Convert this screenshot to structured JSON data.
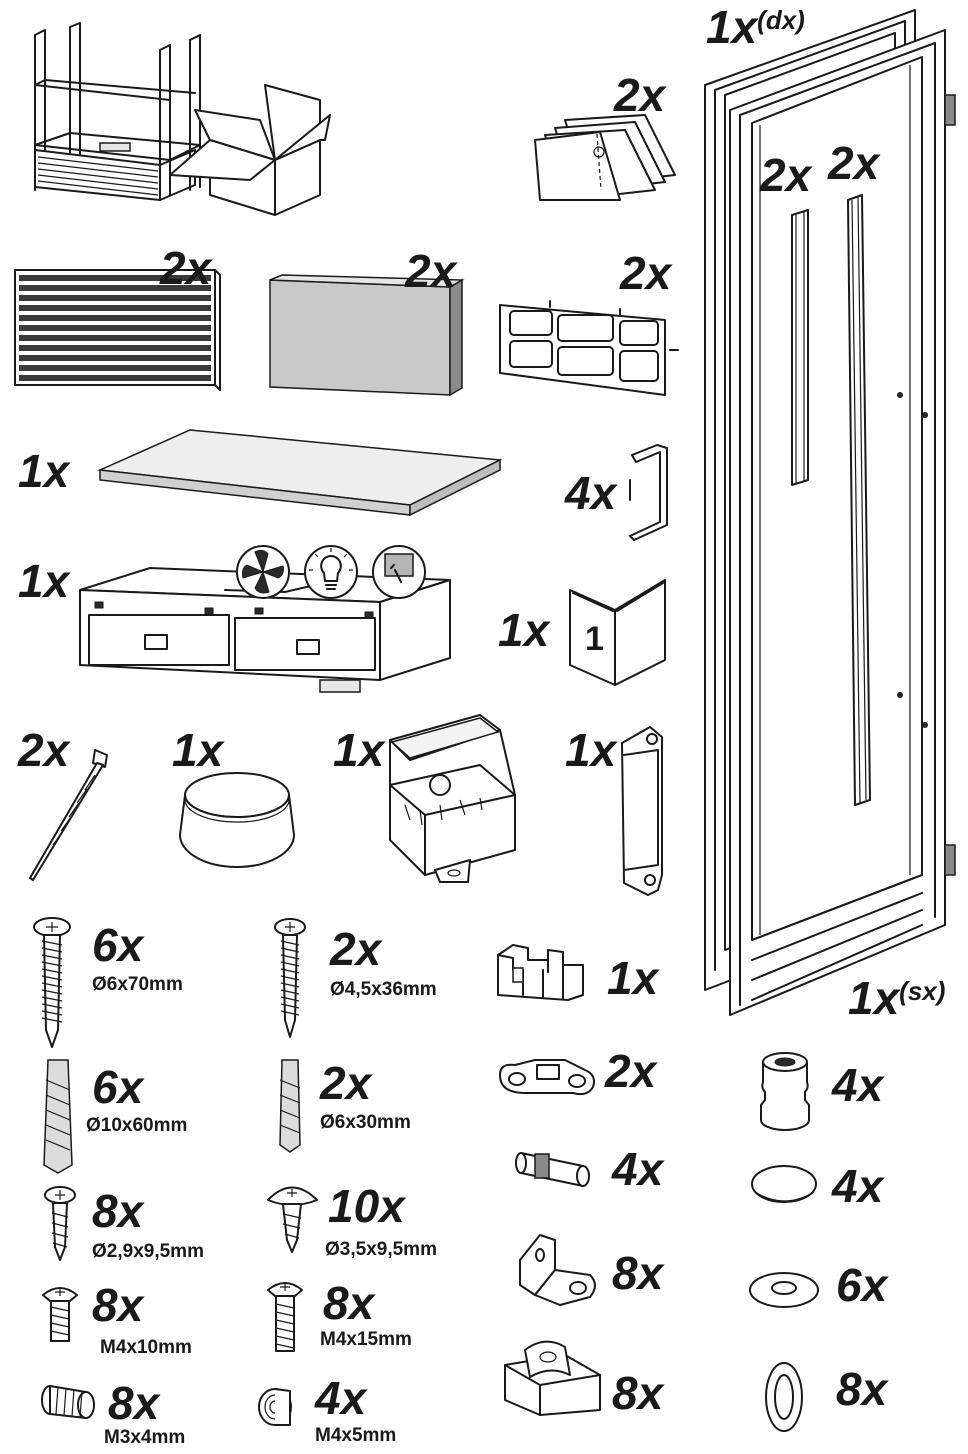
{
  "parts": [
    {
      "id": "door-dx",
      "qty": "1x",
      "suffix": "(dx)"
    },
    {
      "id": "door-sx",
      "qty": "1x",
      "suffix": "(sx)"
    },
    {
      "id": "manual-sheets",
      "qty": "2x"
    },
    {
      "id": "door-rail-left",
      "qty": "2x"
    },
    {
      "id": "door-rail-right",
      "qty": "2x"
    },
    {
      "id": "grille",
      "qty": "2x"
    },
    {
      "id": "panel",
      "qty": "2x"
    },
    {
      "id": "filter-frame",
      "qty": "2x"
    },
    {
      "id": "glass-shelf",
      "qty": "1x"
    },
    {
      "id": "bracket-hook",
      "qty": "4x"
    },
    {
      "id": "drawer-unit",
      "qty": "1x"
    },
    {
      "id": "instruction-book",
      "qty": "1x",
      "book_number": "1"
    },
    {
      "id": "cable-tie",
      "qty": "2x"
    },
    {
      "id": "round-cap",
      "qty": "1x"
    },
    {
      "id": "junction-box",
      "qty": "1x"
    },
    {
      "id": "hinge-plate",
      "qty": "1x"
    },
    {
      "id": "screw-6x70",
      "qty": "6x",
      "dim": "Ø6x70mm"
    },
    {
      "id": "screw-4-5x36",
      "qty": "2x",
      "dim": "Ø4,5x36mm"
    },
    {
      "id": "anchor-10x60",
      "qty": "6x",
      "dim": "Ø10x60mm"
    },
    {
      "id": "anchor-6x30",
      "qty": "2x",
      "dim": "Ø6x30mm"
    },
    {
      "id": "screw-2-9x9-5",
      "qty": "8x",
      "dim": "Ø2,9x9,5mm"
    },
    {
      "id": "screw-3-5x9-5",
      "qty": "10x",
      "dim": "Ø3,5x9,5mm"
    },
    {
      "id": "screw-m4x10",
      "qty": "8x",
      "dim": "M4x10mm"
    },
    {
      "id": "screw-m4x15",
      "qty": "8x",
      "dim": "M4x15mm"
    },
    {
      "id": "grub-m3x4",
      "qty": "8x",
      "dim": "M3x4mm"
    },
    {
      "id": "grub-m4x5",
      "qty": "4x",
      "dim": "M4x5mm"
    },
    {
      "id": "spacer-block",
      "qty": "1x"
    },
    {
      "id": "clip-bracket",
      "qty": "2x"
    },
    {
      "id": "pin",
      "qty": "4x"
    },
    {
      "id": "angle-bracket",
      "qty": "8x"
    },
    {
      "id": "u-clip",
      "qty": "8x"
    },
    {
      "id": "bushing",
      "qty": "4x"
    },
    {
      "id": "dome-cap",
      "qty": "4x"
    },
    {
      "id": "washer",
      "qty": "6x"
    },
    {
      "id": "oval-grommet",
      "qty": "8x"
    }
  ]
}
